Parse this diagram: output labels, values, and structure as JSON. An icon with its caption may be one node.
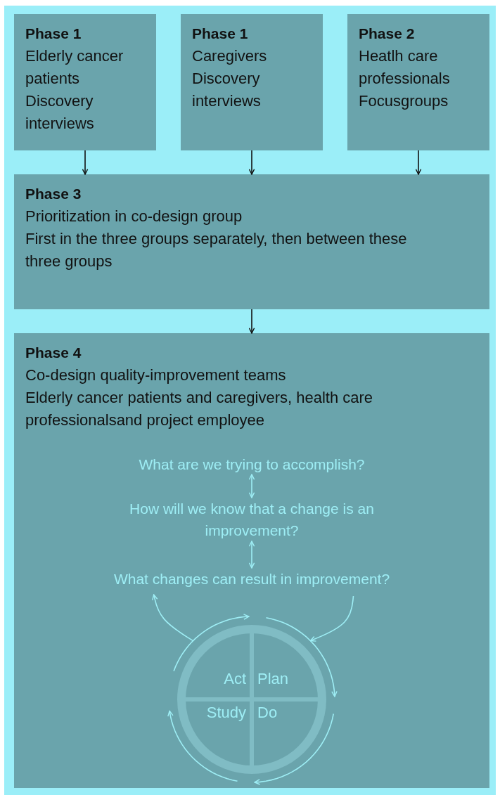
{
  "diagram": {
    "nodes": [
      {
        "text": [
          "Phase 1",
          "Elderly cancer patients",
          "Discovery interviews"
        ]
      },
      {
        "text": [
          "Phase 1",
          "Caregivers",
          "Discovery interviews"
        ]
      },
      {
        "text": [
          "Phase 2",
          "Heatlh care professionals",
          "Focusgroups"
        ]
      },
      {
        "text": [
          "Phase 3",
          "Prioritization in co-design group",
          "First in the three groups separately, then between these three groups"
        ]
      },
      {
        "text": [
          "Phase 4",
          "Co-design quality-improvement teams",
          "Elderly cancer patients and caregivers, health care professionalsand project employee"
        ]
      },
      {
        "text": [
          "What are we trying to accomplish?"
        ],
        "in": 4
      },
      {
        "text": [
          "How will we know that a change is an improvement?"
        ],
        "in": 4
      },
      {
        "text": [
          "What changes can result in  improvement?"
        ],
        "in": 4
      },
      {
        "text": [
          "Act",
          "Plan",
          "Study",
          "Do"
        ],
        "in": 4
      }
    ],
    "edges": [
      {
        "from": 0,
        "to": 3,
        "arrow": "to"
      },
      {
        "from": 1,
        "to": 3,
        "arrow": "to"
      },
      {
        "from": 2,
        "to": 3,
        "arrow": "to"
      },
      {
        "from": 3,
        "to": 4,
        "arrow": "to"
      },
      {
        "from": 5,
        "to": 6,
        "arrow": "both",
        "color": "#9eeef5"
      },
      {
        "from": 6,
        "to": 7,
        "arrow": "both",
        "color": "#9eeef5"
      },
      {
        "from": 7,
        "to": 8,
        "arrow": "to",
        "color": "#9eeef5"
      },
      {
        "from": 8,
        "to": 7,
        "arrow": "to",
        "color": "#9eeef5"
      }
    ]
  }
}
